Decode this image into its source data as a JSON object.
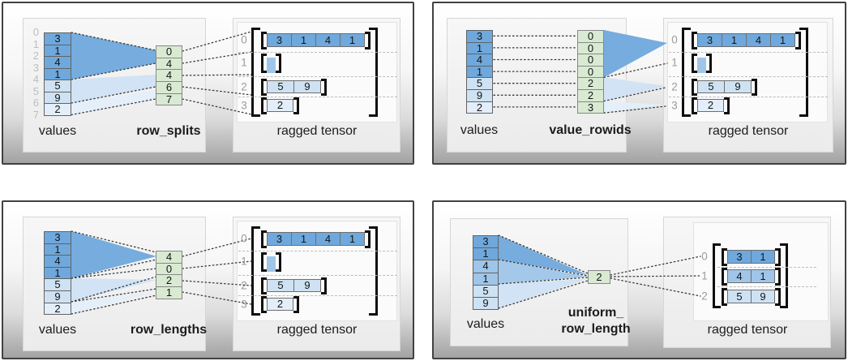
{
  "diagram": {
    "colors": {
      "tone_dark": "#6fa8dc",
      "tone_mid": "#9fc5e8",
      "tone_light": "#cfe2f3",
      "tone_xlight": "#e3eefa",
      "green": "#d9ead3",
      "cell_border": "#636363",
      "green_border": "#878787",
      "bracket": "#101010",
      "boundary_label": "#bdbdbd",
      "row_index_label": "#9b9b9b",
      "dotted_line": "#3a3a3a",
      "dashed_separator": "#bcbcbc"
    },
    "panels": [
      {
        "name": "row_splits",
        "values_label": "values",
        "partition_label_lines": [
          "row_splits"
        ],
        "tensor_label": "ragged tensor",
        "values": [
          {
            "v": "3",
            "tone": "dark"
          },
          {
            "v": "1",
            "tone": "dark"
          },
          {
            "v": "4",
            "tone": "dark"
          },
          {
            "v": "1",
            "tone": "dark"
          },
          {
            "v": "5",
            "tone": "light"
          },
          {
            "v": "9",
            "tone": "light"
          },
          {
            "v": "2",
            "tone": "xlight"
          }
        ],
        "value_boundary_labels": [
          "0",
          "1",
          "2",
          "3",
          "4",
          "5",
          "6",
          "7"
        ],
        "partition_cells": [
          "0",
          "4",
          "4",
          "6",
          "7"
        ],
        "tensor_rows": [
          {
            "index": "0",
            "tone": "dark",
            "cells": [
              "3",
              "1",
              "4",
              "1"
            ]
          },
          {
            "index": "1",
            "tone": "mid",
            "cells": []
          },
          {
            "index": "2",
            "tone": "light",
            "cells": [
              "5",
              "9"
            ]
          },
          {
            "index": "3",
            "tone": "xlight",
            "cells": [
              "2"
            ]
          }
        ]
      },
      {
        "name": "value_rowids",
        "values_label": "values",
        "partition_label_lines": [
          "value_rowids"
        ],
        "tensor_label": "ragged tensor",
        "values": [
          {
            "v": "3",
            "tone": "dark"
          },
          {
            "v": "1",
            "tone": "dark"
          },
          {
            "v": "4",
            "tone": "dark"
          },
          {
            "v": "1",
            "tone": "dark"
          },
          {
            "v": "5",
            "tone": "light"
          },
          {
            "v": "9",
            "tone": "light"
          },
          {
            "v": "2",
            "tone": "xlight"
          }
        ],
        "value_boundary_labels": null,
        "partition_cells": [
          "0",
          "0",
          "0",
          "0",
          "2",
          "2",
          "3"
        ],
        "tensor_rows": [
          {
            "index": "0",
            "tone": "dark",
            "cells": [
              "3",
              "1",
              "4",
              "1"
            ]
          },
          {
            "index": "1",
            "tone": "mid",
            "cells": []
          },
          {
            "index": "2",
            "tone": "light",
            "cells": [
              "5",
              "9"
            ]
          },
          {
            "index": "3",
            "tone": "xlight",
            "cells": [
              "2"
            ]
          }
        ]
      },
      {
        "name": "row_lengths",
        "values_label": "values",
        "partition_label_lines": [
          "row_lengths"
        ],
        "tensor_label": "ragged tensor",
        "values": [
          {
            "v": "3",
            "tone": "dark"
          },
          {
            "v": "1",
            "tone": "dark"
          },
          {
            "v": "4",
            "tone": "dark"
          },
          {
            "v": "1",
            "tone": "dark"
          },
          {
            "v": "5",
            "tone": "light"
          },
          {
            "v": "9",
            "tone": "light"
          },
          {
            "v": "2",
            "tone": "xlight"
          }
        ],
        "value_boundary_labels": null,
        "partition_cells": [
          "4",
          "0",
          "2",
          "1"
        ],
        "tensor_rows": [
          {
            "index": "0",
            "tone": "dark",
            "cells": [
              "3",
              "1",
              "4",
              "1"
            ]
          },
          {
            "index": "1",
            "tone": "mid",
            "cells": []
          },
          {
            "index": "2",
            "tone": "light",
            "cells": [
              "5",
              "9"
            ]
          },
          {
            "index": "3",
            "tone": "xlight",
            "cells": [
              "2"
            ]
          }
        ]
      },
      {
        "name": "uniform_row_length",
        "values_label": "values",
        "partition_label_lines": [
          "uniform_",
          "row_length"
        ],
        "tensor_label": "ragged tensor",
        "values": [
          {
            "v": "3",
            "tone": "dark"
          },
          {
            "v": "1",
            "tone": "dark"
          },
          {
            "v": "4",
            "tone": "mid"
          },
          {
            "v": "1",
            "tone": "mid"
          },
          {
            "v": "5",
            "tone": "light"
          },
          {
            "v": "9",
            "tone": "light"
          }
        ],
        "value_boundary_labels": null,
        "partition_cells": [
          "2"
        ],
        "tensor_rows": [
          {
            "index": "0",
            "tone": "dark",
            "cells": [
              "3",
              "1"
            ]
          },
          {
            "index": "1",
            "tone": "mid",
            "cells": [
              "4",
              "1"
            ]
          },
          {
            "index": "2",
            "tone": "light",
            "cells": [
              "5",
              "9"
            ]
          }
        ]
      }
    ]
  }
}
